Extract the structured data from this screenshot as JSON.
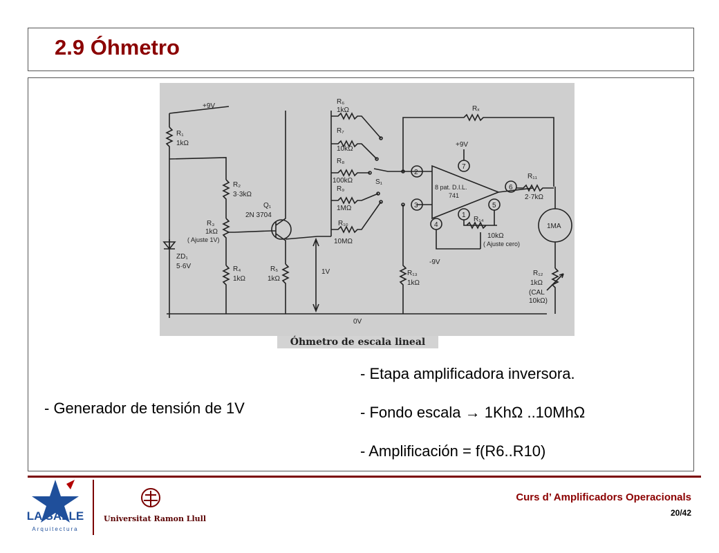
{
  "slide": {
    "title": "2.9 Óhmetro",
    "caption": "Óhmetro de escala lineal",
    "left_bullet": "- Generador de tensión de 1V",
    "right_bullets": [
      "- Etapa amplificadora inversora.",
      "- Fondo escala → 1KhΩ ..10MhΩ",
      "- Amplificación = f(R6..R10)"
    ]
  },
  "schematic": {
    "supply": "+9V",
    "ground": "0V",
    "r1": "R₁",
    "r1_val": "1kΩ",
    "r2": "R₂",
    "r2_val": "3·3kΩ",
    "r3": "R₃",
    "r3_val": "1kΩ",
    "r3_note": "( Ajuste 1V)",
    "zd": "ZD₁",
    "zd_val": "5·6V",
    "r4": "R₄",
    "r4_val": "1kΩ",
    "q1": "Q₁",
    "q1_val": "2N 3704",
    "r5": "R₅",
    "r5_val": "1kΩ",
    "v1": "1V",
    "r6": "R₆",
    "r6_val": "1kΩ",
    "r7": "R₇",
    "r7_val": "10kΩ",
    "r8": "R₈",
    "r8_val": "100kΩ",
    "r9": "R₉",
    "r9_val": "1MΩ",
    "r10": "R₁₀",
    "r10_val": "10MΩ",
    "s1": "S₁",
    "rx": "Rₓ",
    "opamp_line1": "8 pat. D.I.L.",
    "opamp_line2": "741",
    "pin2": "2",
    "pin3": "3",
    "pin4": "4",
    "pin5": "5",
    "pin6": "6",
    "pin7": "7",
    "pin1": "1",
    "plus9": "+9V",
    "minus9": "-9V",
    "r11": "R₁₁",
    "r11_val": "2·7kΩ",
    "r13": "R₁₃",
    "r13_val": "1kΩ",
    "r14": "R₁₄",
    "r14_val": "10kΩ",
    "r14_note": "( Ajuste cero)",
    "meter": "1MA",
    "r12": "R₁₂",
    "r12_val": "1kΩ",
    "r12_note1": "(CAL",
    "r12_note2": "10kΩ)"
  },
  "footer": {
    "course": "Curs d’ Amplificadors Operacionals",
    "page": "20/42",
    "logo_text": "LA SALLE",
    "logo_sub": "Arquitectura",
    "university": "Universitat Ramon Llull"
  },
  "colors": {
    "title": "#8b0000",
    "footer_line": "#7a0000",
    "schematic_bg": "#cfcfcf"
  }
}
